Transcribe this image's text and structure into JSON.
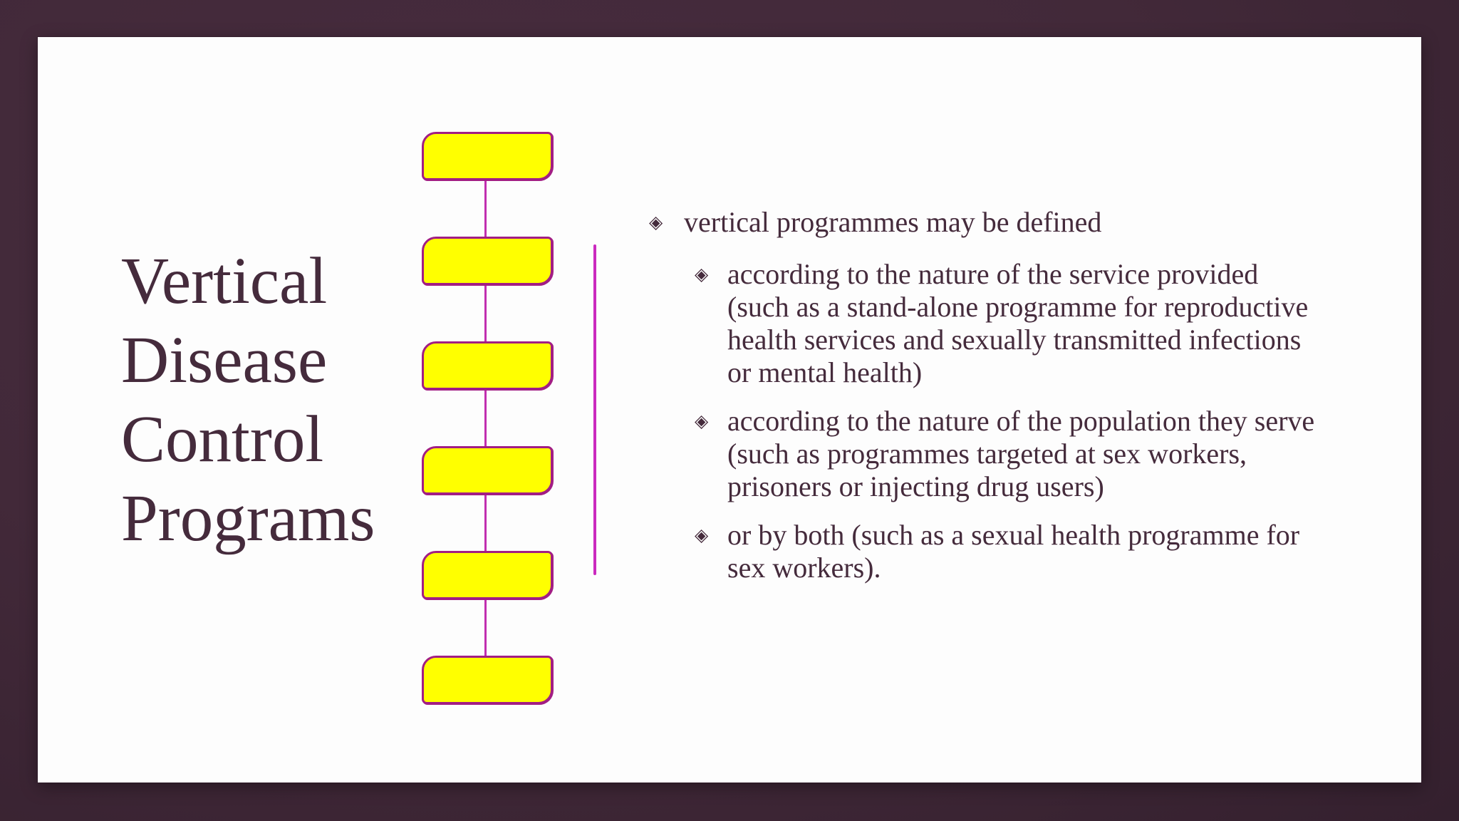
{
  "slide": {
    "title": "Vertical Disease Control Programs",
    "bullets": {
      "glyph": "◈",
      "main": "vertical programmes may be defined",
      "sub_items": [
        "according to the nature of the service provided\n(such as a stand-alone programme for reproductive\nhealth services and sexually transmitted infections\nor mental health)",
        "according to the nature of the population they serve\n(such as programmes targeted at sex workers,\nprisoners or injecting drug users)",
        "or by both (such as a sexual health programme for\nsex workers)."
      ]
    },
    "diagram": {
      "box_count": 6,
      "box_fill": "#FFFF00",
      "box_border": "#A21E84",
      "connector_color": "#C12FB0",
      "separator_color": "#CB2ABF"
    },
    "colors": {
      "frame": "#422939",
      "slide_bg": "#FDFDFD",
      "text": "#452B3C"
    }
  }
}
